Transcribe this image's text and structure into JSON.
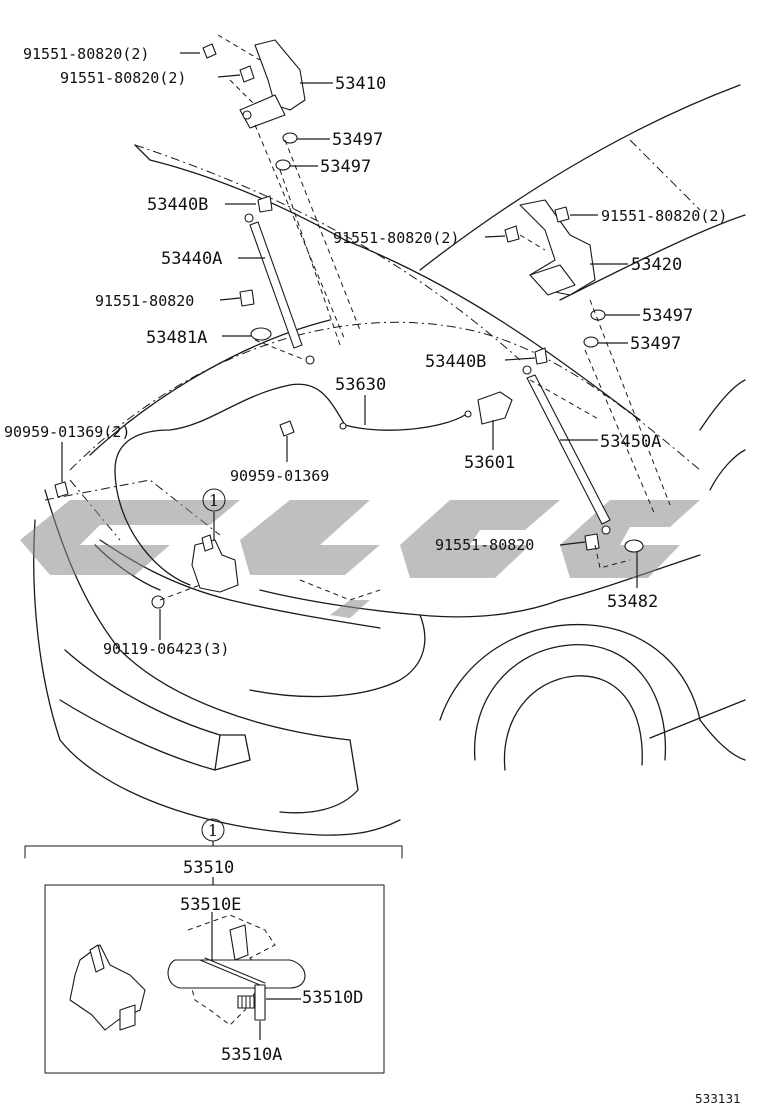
{
  "labels": {
    "bolt_left_top": "91551-80820(2)",
    "bolt_left_second": "91551-80820(2)",
    "hinge_lh": "53410",
    "cushion_lh_1": "53497",
    "cushion_lh_2": "53497",
    "stay_bracket_lh": "53440B",
    "support_lh": "53440A",
    "bolt_left_single": "91551-80820",
    "stud_lh": "53481A",
    "bolt_center": "91551-80820(2)",
    "bolt_right_top": "91551-80820(2)",
    "hinge_rh": "53420",
    "cushion_rh_1": "53497",
    "cushion_rh_2": "53497",
    "stay_bracket_rh": "53440B",
    "release_cable": "53630",
    "release_lever": "53601",
    "support_rh": "53450A",
    "clip_left": "90959-01369(2)",
    "clip_center": "90959-01369",
    "bolt_right_single": "91551-80820",
    "stud_rh": "53482",
    "lock_bolt": "90119-06423(3)",
    "callout_1": "1",
    "callout_1_detail": "1",
    "lock_assy": "53510",
    "lock_part_e": "53510E",
    "lock_part_d": "53510D",
    "lock_part_a": "53510A",
    "diagram_ref": "533131"
  },
  "watermark": {
    "color": "#8a8a8a",
    "shape": "stylized-logo"
  }
}
